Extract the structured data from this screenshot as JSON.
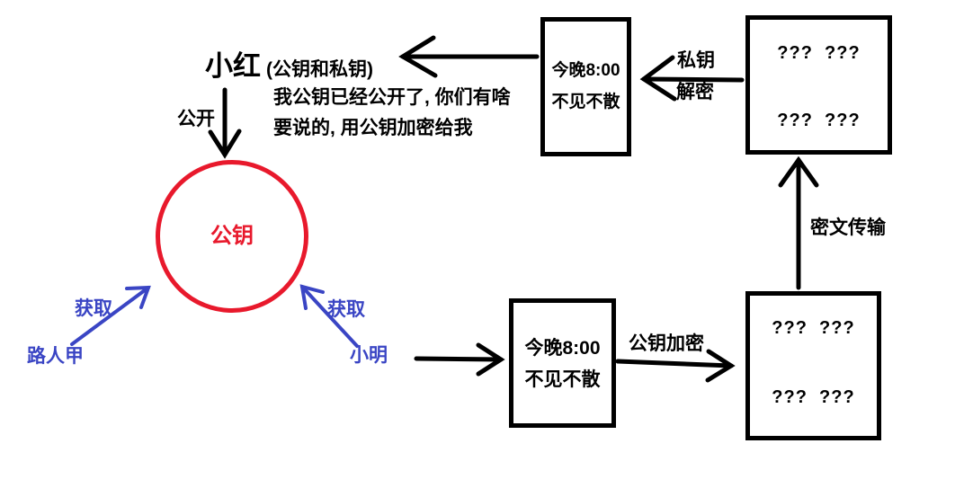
{
  "colors": {
    "ink": "#000000",
    "key_red": "#e8192c",
    "obtain_blue": "#3a45c4"
  },
  "owner": {
    "name": "小红",
    "keys_note": "(公钥和私钥)",
    "announcement_line1": "我公钥已经公开了, 你们有啥",
    "announcement_line2": "要说的, 用公钥加密给我"
  },
  "public_key": {
    "label": "公钥"
  },
  "actors": {
    "passerby": "路人甲",
    "xiaoming": "小明"
  },
  "edge_labels": {
    "publish": "公开",
    "obtain_left": "获取",
    "obtain_right": "获取",
    "encrypt": "公钥加密",
    "cipher_transfer": "密文传输",
    "decrypt_line1": "私钥",
    "decrypt_line2": "解密"
  },
  "boxes": {
    "plaintext_sent": {
      "line1": "今晚8:00",
      "line2": "不见不散"
    },
    "ciphertext_sent": {
      "row1": "???  ???",
      "row2": "???  ???"
    },
    "ciphertext_received": {
      "row1": "???  ???",
      "row2": "???  ???"
    },
    "plaintext_received": {
      "line1": "今晚8:00",
      "line2": "不见不散"
    }
  }
}
